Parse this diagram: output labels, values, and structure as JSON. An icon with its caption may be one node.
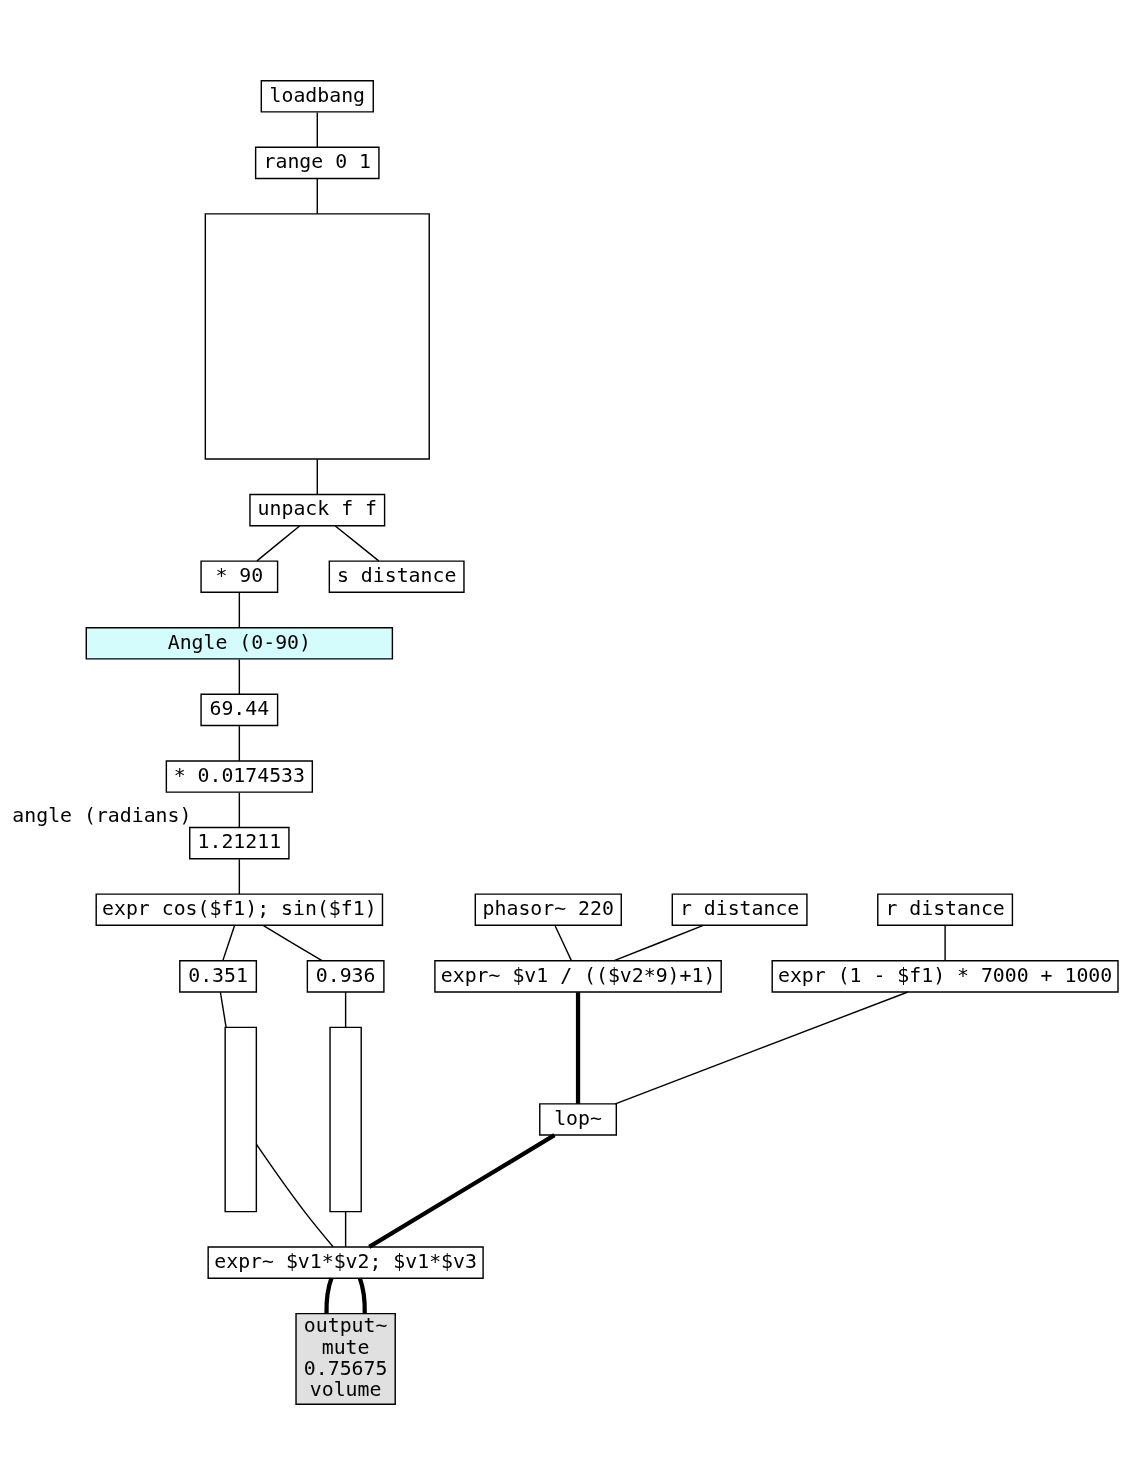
{
  "diagram": {
    "nodes": [
      {
        "text": [
          "loadbang"
        ]
      },
      {
        "text": [
          "range 0 1"
        ]
      },
      {
        "text": [],
        "shape": "box"
      },
      {
        "text": [
          "unpack f f"
        ]
      },
      {
        "text": [
          "* 90"
        ]
      },
      {
        "text": [
          "s distance"
        ]
      },
      {
        "text": [
          "Angle (0-90)"
        ]
      },
      {
        "text": [
          "69.44"
        ]
      },
      {
        "text": [
          "* 0.0174533"
        ]
      },
      {
        "text": [
          "1.21211"
        ],
        "beside": [
          "angle (radians)"
        ]
      },
      {
        "text": [
          "expr cos($f1); sin($f1)"
        ]
      },
      {
        "text": [
          "0.351"
        ]
      },
      {
        "text": [
          "0.936"
        ]
      },
      {
        "text": [],
        "shape": "box"
      },
      {
        "text": [],
        "shape": "box"
      },
      {
        "text": [
          "phasor~ 220"
        ]
      },
      {
        "text": [
          "r distance"
        ]
      },
      {
        "text": [
          "expr~ $v1 / (($v2*9)+1)"
        ]
      },
      {
        "text": [
          "r distance"
        ]
      },
      {
        "text": [
          "expr (1 - $f1) * 7000 + 1000"
        ]
      },
      {
        "text": [
          "lop~"
        ]
      },
      {
        "text": [
          "expr~ $v1*$v2; $v1*$v3"
        ]
      },
      {
        "text": [
          "output~",
          "mute",
          "0.75675",
          "volume"
        ]
      }
    ],
    "edges": [
      {
        "from": 0,
        "to": 1,
        "arrow": "none"
      },
      {
        "from": 1,
        "to": 2,
        "arrow": "none"
      },
      {
        "from": 2,
        "to": 3,
        "arrow": "none"
      },
      {
        "from": 3,
        "to": 4,
        "arrow": "none"
      },
      {
        "from": 3,
        "to": 5,
        "arrow": "none"
      },
      {
        "from": 4,
        "to": 6,
        "arrow": "none"
      },
      {
        "from": 6,
        "to": 7,
        "arrow": "none"
      },
      {
        "from": 7,
        "to": 8,
        "arrow": "none"
      },
      {
        "from": 8,
        "to": 9,
        "arrow": "none"
      },
      {
        "from": 9,
        "to": 10,
        "arrow": "none"
      },
      {
        "from": 10,
        "to": 11,
        "arrow": "none"
      },
      {
        "from": 10,
        "to": 12,
        "arrow": "none"
      },
      {
        "from": 11,
        "to": 13,
        "arrow": "none"
      },
      {
        "from": 12,
        "to": 14,
        "arrow": "none"
      },
      {
        "from": 15,
        "to": 17,
        "arrow": "none"
      },
      {
        "from": 16,
        "to": 17,
        "arrow": "none"
      },
      {
        "from": 18,
        "to": 19,
        "arrow": "none"
      },
      {
        "from": 17,
        "to": 20,
        "arrow": "none",
        "style": "thick"
      },
      {
        "from": 19,
        "to": 20,
        "arrow": "none"
      },
      {
        "from": 20,
        "to": 21,
        "arrow": "none",
        "style": "thick"
      },
      {
        "from": 13,
        "to": 21,
        "arrow": "none"
      },
      {
        "from": 14,
        "to": 21,
        "arrow": "none"
      },
      {
        "from": 21,
        "to": 22,
        "arrow": "none",
        "style": "thick"
      },
      {
        "from": 21,
        "to": 22,
        "arrow": "none",
        "style": "thick"
      }
    ]
  }
}
